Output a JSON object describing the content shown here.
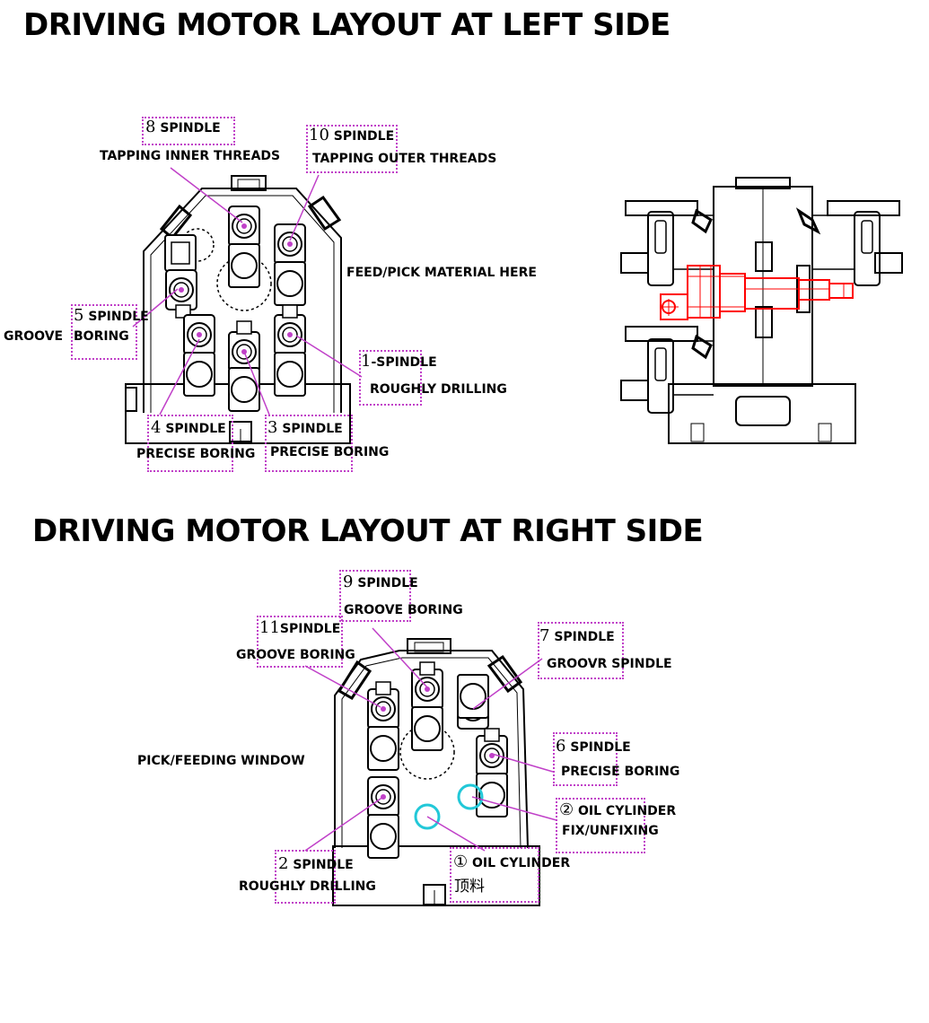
{
  "top": {
    "title": "DRIVING MOTOR LAYOUT AT LEFT SIDE",
    "labels": {
      "s8_num": "8",
      "s8_word": "SPINDLE",
      "s8_desc": "TAPPING INNER THREADS",
      "s10_num": "10",
      "s10_word": "SPINDLE",
      "s10_desc": "TAPPING OUTER THREADS",
      "feed": "FEED/PICK MATERIAL HERE",
      "s5_num": "5",
      "s5_word": "SPINDLE",
      "s5_desc_a": "GROOVE",
      "s5_desc_b": "BORING",
      "s1_num": "1",
      "s1_word": "-SPINDLE",
      "s1_desc": "ROUGHLY DRILLING",
      "s4_num": "4",
      "s4_word": "SPINDLE",
      "s4_desc": "PRECISE BORING",
      "s3_num": "3",
      "s3_word": "SPINDLE",
      "s3_desc": "PRECISE BORING"
    }
  },
  "bottom": {
    "title": "DRIVING MOTOR LAYOUT AT RIGHT SIDE",
    "labels": {
      "s9_num": "9",
      "s9_word": "SPINDLE",
      "s9_desc": "GROOVE BORING",
      "s11_num": "11",
      "s11_word": "SPINDLE",
      "s11_desc": "GROOVE BORING",
      "s7_num": "7",
      "s7_word": "SPINDLE",
      "s7_desc": "GROOVR SPINDLE",
      "pick": "PICK/FEEDING WINDOW",
      "s6_num": "6",
      "s6_word": "SPINDLE",
      "s6_desc": "PRECISE BORING",
      "c2_num": "②",
      "c2_word": "OIL CYLINDER",
      "c2_desc": "FIX/UNFIXING",
      "s2_num": "2",
      "s2_word": "SPINDLE",
      "s2_desc": "ROUGHLY DRILLING",
      "c1_num": "①",
      "c1_word": "OIL CYLINDER",
      "c1_desc": "顶料"
    }
  },
  "colors": {
    "label_box": "#c040c8",
    "leader": "#c040c8",
    "side_view_motor": "#ff0000",
    "oil_cylinder": "#22c8d8"
  }
}
